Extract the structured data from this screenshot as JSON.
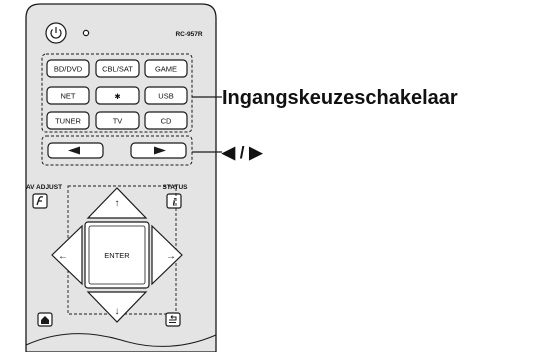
{
  "remote": {
    "model": "RC-957R",
    "inputs_row1": [
      "BD/DVD",
      "CBL/SAT",
      "GAME"
    ],
    "inputs_row2": [
      "NET",
      "✱",
      "USB"
    ],
    "inputs_row3": [
      "TUNER",
      "TV",
      "CD"
    ],
    "av_adjust_label": "AV ADJUST",
    "status_label": "STATUS",
    "enter_label": "ENTER"
  },
  "callouts": {
    "input_selector": "Ingangskeuzeschakelaar",
    "arrows": "◀ / ▶"
  },
  "colors": {
    "body_fill": "#e4e4e4",
    "button_fill": "#ffffff",
    "outline": "#1a1a1a"
  },
  "icons": [
    "power-icon",
    "bluetooth-icon",
    "left-arrow-icon",
    "right-arrow-icon",
    "av-adjust-icon",
    "info-icon",
    "home-icon",
    "return-icon"
  ]
}
